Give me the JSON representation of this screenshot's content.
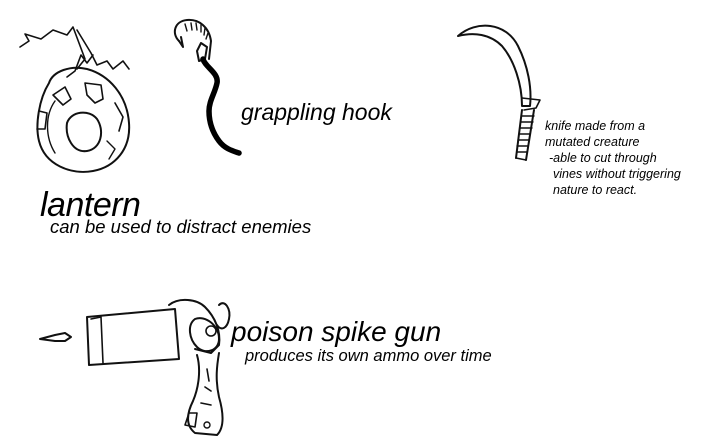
{
  "items": {
    "lantern": {
      "icon": "lantern-sketch",
      "title": "lantern",
      "description": "can be used to distract enemies"
    },
    "grappling_hook": {
      "icon": "grappling-hook-sketch",
      "label": "grappling hook"
    },
    "knife": {
      "icon": "knife-sketch",
      "note_lines": [
        "knife made from a",
        "mutated creature",
        "-able to cut through",
        "vines without triggering",
        "nature to react."
      ]
    },
    "poison_spike_gun": {
      "icon": "poison-spike-gun-sketch",
      "label": "poison spike gun",
      "description": "produces its own ammo over time"
    }
  },
  "colors": {
    "background": "#ffffff",
    "ink": "#000000"
  }
}
